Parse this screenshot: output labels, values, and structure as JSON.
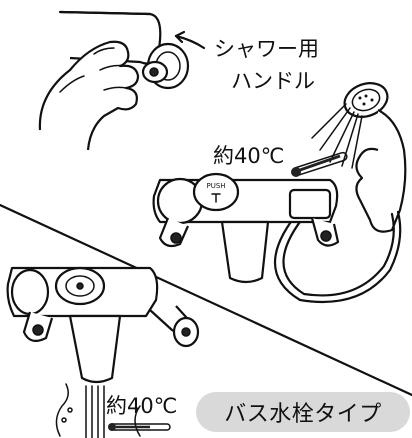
{
  "labels": {
    "shower_handle_line1": "シャワー用",
    "shower_handle_line2": "ハンドル",
    "temp_shower": "約40℃",
    "temp_bath": "約40℃"
  },
  "badge": {
    "text": "バス水栓タイプ",
    "background": "#d9d9d9"
  },
  "faucet_button_text": "PUSH"
}
